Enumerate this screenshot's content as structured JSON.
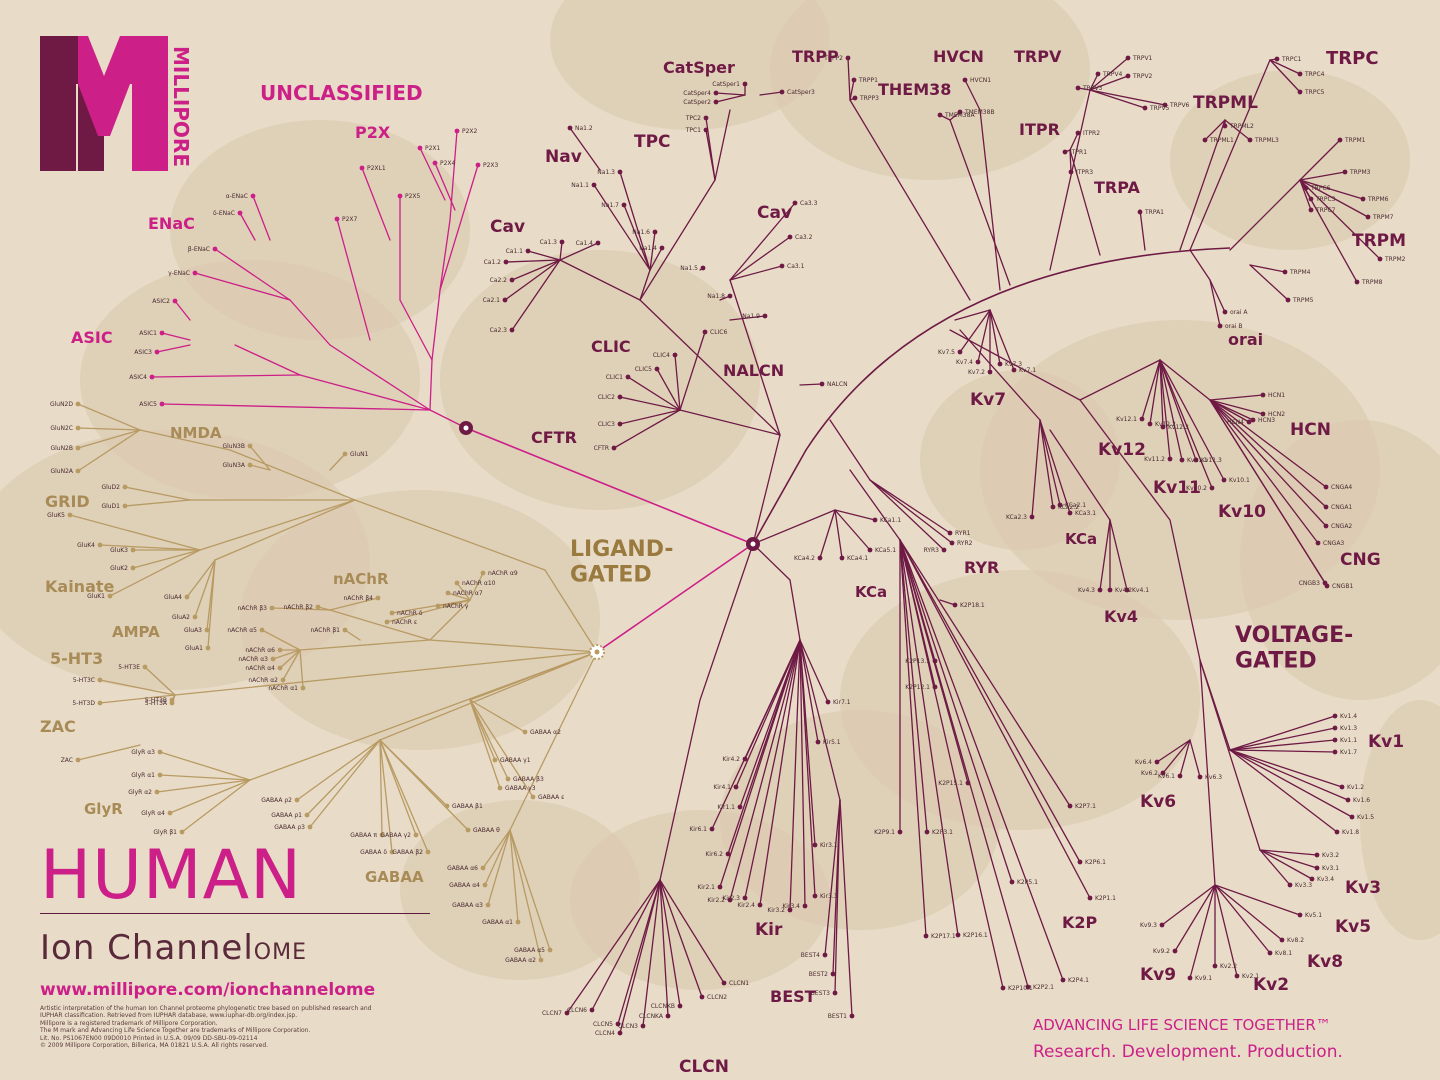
{
  "brand": {
    "logo_letter": "M",
    "logo_word": "MILLIPORE",
    "trademark": "TM"
  },
  "title": {
    "line1": "HUMAN",
    "line2_main": "Ion Channel",
    "line2_suffix": "OME"
  },
  "url": "www.millipore.com/ionchannelome",
  "fine_print": [
    "Artistic interpretation of the human Ion Channel proteome phylogenetic tree based on published research and",
    "IUPHAR classification. Retrieved from IUPHAR database, www.iuphar-db.org/index.jsp.",
    "Millipore is a registered trademark of Millipore Corporation.",
    "The M mark and Advancing Life Science Together are trademarks of Millipore Corporation.",
    "Lit. No. PS1067EN00 09D0010    Printed in U.S.A.    09/09    DD-SBU-09-02114",
    "© 2009 Millipore Corporation, Billerica, MA 01821 U.S.A. All rights reserved."
  ],
  "tagline": {
    "line1": "ADVANCING LIFE SCIENCE TOGETHER™",
    "line2": "Research. Development. Production."
  },
  "colors": {
    "magenta": "#cc1f87",
    "maroon": "#6e1a45",
    "tan": "#b89a63",
    "background": "#e8dcc8",
    "blob": "#dccbb0"
  },
  "groups": {
    "unclassified": "UNCLASSIFIED",
    "ligand": [
      "LIGAND-",
      "GATED"
    ],
    "voltage": [
      "VOLTAGE-",
      "GATED"
    ]
  },
  "families": {
    "p2x": "P2X",
    "enac": "ENaC",
    "asic": "ASIC",
    "nmda": "NMDA",
    "grid": "GRID",
    "kainate": "Kainate",
    "ampa": "AMPA",
    "nachr": "nAChR",
    "ht3": "5-HT3",
    "zac": "ZAC",
    "glyr": "GlyR",
    "gabaa": "GABAA",
    "catsper": "CatSper",
    "tpc": "TPC",
    "nav": "Nav",
    "cav": "Cav",
    "cav2": "Cav",
    "clic": "CLIC",
    "nalcn": "NALCN",
    "cftr": "CFTR",
    "trpp": "TRPP",
    "hvcn": "HVCN",
    "them38": "THEM38",
    "trpv": "TRPV",
    "trpc": "TRPC",
    "trpml": "TRPML",
    "itpr": "ITPR",
    "trpa": "TRPA",
    "trpm": "TRPM",
    "orai": "orai",
    "kv7": "Kv7",
    "kv12": "Kv12",
    "hcn": "HCN",
    "kv11": "Kv11",
    "kv10": "Kv10",
    "cng": "CNG",
    "kca": "KCa",
    "kca2": "KCa",
    "ryr": "RYR",
    "kv4": "Kv4",
    "kv1": "Kv1",
    "kv6": "Kv6",
    "kv3": "Kv3",
    "kv5": "Kv5",
    "kv8": "Kv8",
    "kv9": "Kv9",
    "kv2": "Kv2",
    "kir": "Kir",
    "best": "BEST",
    "k2p": "K2P",
    "clcn": "CLCN"
  },
  "leaves": {
    "unclassified": [
      "P2X2",
      "P2X1",
      "P2X4",
      "P2X3",
      "P2XL1",
      "P2X5",
      "P2X7",
      "α-ENaC",
      "δ-ENaC",
      "β-ENaC",
      "γ-ENaC",
      "ASIC2",
      "ASIC1",
      "ASIC3",
      "ASIC4",
      "ASIC5"
    ],
    "ligand": [
      "GluN2D",
      "GluN2C",
      "GluN2B",
      "GluN2A",
      "GluN3B",
      "GluN3A",
      "GluN1",
      "GluD2",
      "GluD1",
      "GluK5",
      "GluK4",
      "GluK3",
      "GluK2",
      "GluK1",
      "GluA4",
      "GluA2",
      "GluA3",
      "GluA1",
      "nAChR α9",
      "nAChR α10",
      "nAChR α7",
      "nAChR γ",
      "nAChR δ",
      "nAChR ε",
      "nAChR β4",
      "nAChR β2",
      "nAChR β3",
      "nAChR α5",
      "nAChR α6",
      "nAChR α3",
      "nAChR α4",
      "nAChR α2",
      "nAChR α1",
      "nAChR β1",
      "5-HT3E",
      "5-HT3C",
      "5-HT3D",
      "5-HT3B",
      "5-HT3A",
      "ZAC",
      "GlyR α3",
      "GlyR α1",
      "GlyR α2",
      "GlyR α4",
      "GlyR β1",
      "GABAA α2",
      "GABAA γ1",
      "GABAA β3",
      "GABAA γ3",
      "GABAA ε",
      "GABAA β1",
      "GABAA ρ2",
      "GABAA ρ1",
      "GABAA ρ3",
      "GABAA π",
      "GABAA θ",
      "GABAA β2",
      "GABAA δ",
      "GABAA γ2",
      "GABAA α6",
      "GABAA α4",
      "GABAA α3",
      "GABAA α1",
      "GABAA α5",
      "GABAA α2"
    ],
    "voltage": [
      "CatSper1",
      "CatSper4",
      "CatSper2",
      "CatSper3",
      "TPC2",
      "TPC1",
      "Na1.2",
      "Na1.3",
      "Na1.1",
      "Na1.7",
      "Na1.6",
      "Na1.4",
      "Na1.5",
      "Na1.8",
      "Na1.9",
      "Ca1.1",
      "Ca1.3",
      "Ca1.4",
      "Ca1.2",
      "Ca2.2",
      "Ca2.1",
      "Ca2.3",
      "Ca3.3",
      "Ca3.2",
      "Ca3.1",
      "CLIC6",
      "CLIC4",
      "CLIC5",
      "CLIC1",
      "CLIC2",
      "CLIC3",
      "CFTR",
      "NALCN",
      "TRPP2",
      "TRPP1",
      "TRPP3",
      "HVCN1",
      "TMEM38A",
      "TMEM38B",
      "TRPV1",
      "TRPV4",
      "TRPV2",
      "TRPV3",
      "TRPV5",
      "TRPV6",
      "TRPC1",
      "TRPC4",
      "TRPC5",
      "TRPML2",
      "TRPML1",
      "TRPML3",
      "ITPR2",
      "ITPR1",
      "ITPR3",
      "TRPA1",
      "TRPM1",
      "TRPM3",
      "TRPC6",
      "TRPC3",
      "TRPC7",
      "TRPM6",
      "TRPM7",
      "TRPM2",
      "TRPM8",
      "TRPM4",
      "TRPM5",
      "orai A",
      "orai B",
      "Kv7.5",
      "Kv7.4",
      "Kv7.2",
      "Kv7.3",
      "Kv7.1",
      "Kv12.1",
      "Kv12.2",
      "Kv12.3",
      "Kv11.2",
      "Kv11.1",
      "Kv11.3",
      "Kv10.2",
      "Kv10.1",
      "HCN1",
      "HCN2",
      "HCN4",
      "HCN3",
      "CNGA4",
      "CNGA1",
      "CNGA2",
      "CNGA3",
      "CNGB3",
      "CNGB1",
      "KCa2.3",
      "KCa2.2",
      "KCa2.1",
      "KCa3.1",
      "RYR1",
      "RYR2",
      "RYR3",
      "K2P18.1",
      "Kv4.3",
      "Kv4.2",
      "Kv4.1",
      "KCa1.1",
      "KCa4.2",
      "KCa4.1",
      "KCa5.1",
      "Kir7.1",
      "Kir5.1",
      "Kir4.2",
      "Kir4.1",
      "Kir1.1",
      "Kir6.1",
      "Kir6.2",
      "Kir2.1",
      "Kir2.2",
      "Kir2.3",
      "Kir2.4",
      "Kir3.2",
      "Kir3.4",
      "Kir3.3",
      "Kir3.1",
      "BEST4",
      "BEST2",
      "BEST3",
      "BEST1",
      "K2P13.1",
      "K2P12.1",
      "K2P15.1",
      "K2P9.1",
      "K2P3.1",
      "K2P7.1",
      "K2P6.1",
      "K2P5.1",
      "K2P1.1",
      "K2P17.1",
      "K2P16.1",
      "K2P10.1",
      "K2P2.1",
      "K2P4.1",
      "Kv1.4",
      "Kv1.3",
      "Kv1.1",
      "Kv1.7",
      "Kv1.2",
      "Kv1.6",
      "Kv1.5",
      "Kv1.8",
      "Kv6.4",
      "Kv6.2",
      "Kv6.1",
      "Kv6.3",
      "Kv3.2",
      "Kv3.1",
      "Kv3.3",
      "Kv3.4",
      "Kv5.1",
      "Kv8.2",
      "Kv8.1",
      "Kv9.3",
      "Kv9.2",
      "Kv9.1",
      "Kv2.2",
      "Kv2.1",
      "CLCN1",
      "CLCN2",
      "CLCNKB",
      "CLCNKA",
      "CLCN3",
      "CLCN4",
      "CLCN5",
      "CLCN6",
      "CLCN7"
    ]
  }
}
